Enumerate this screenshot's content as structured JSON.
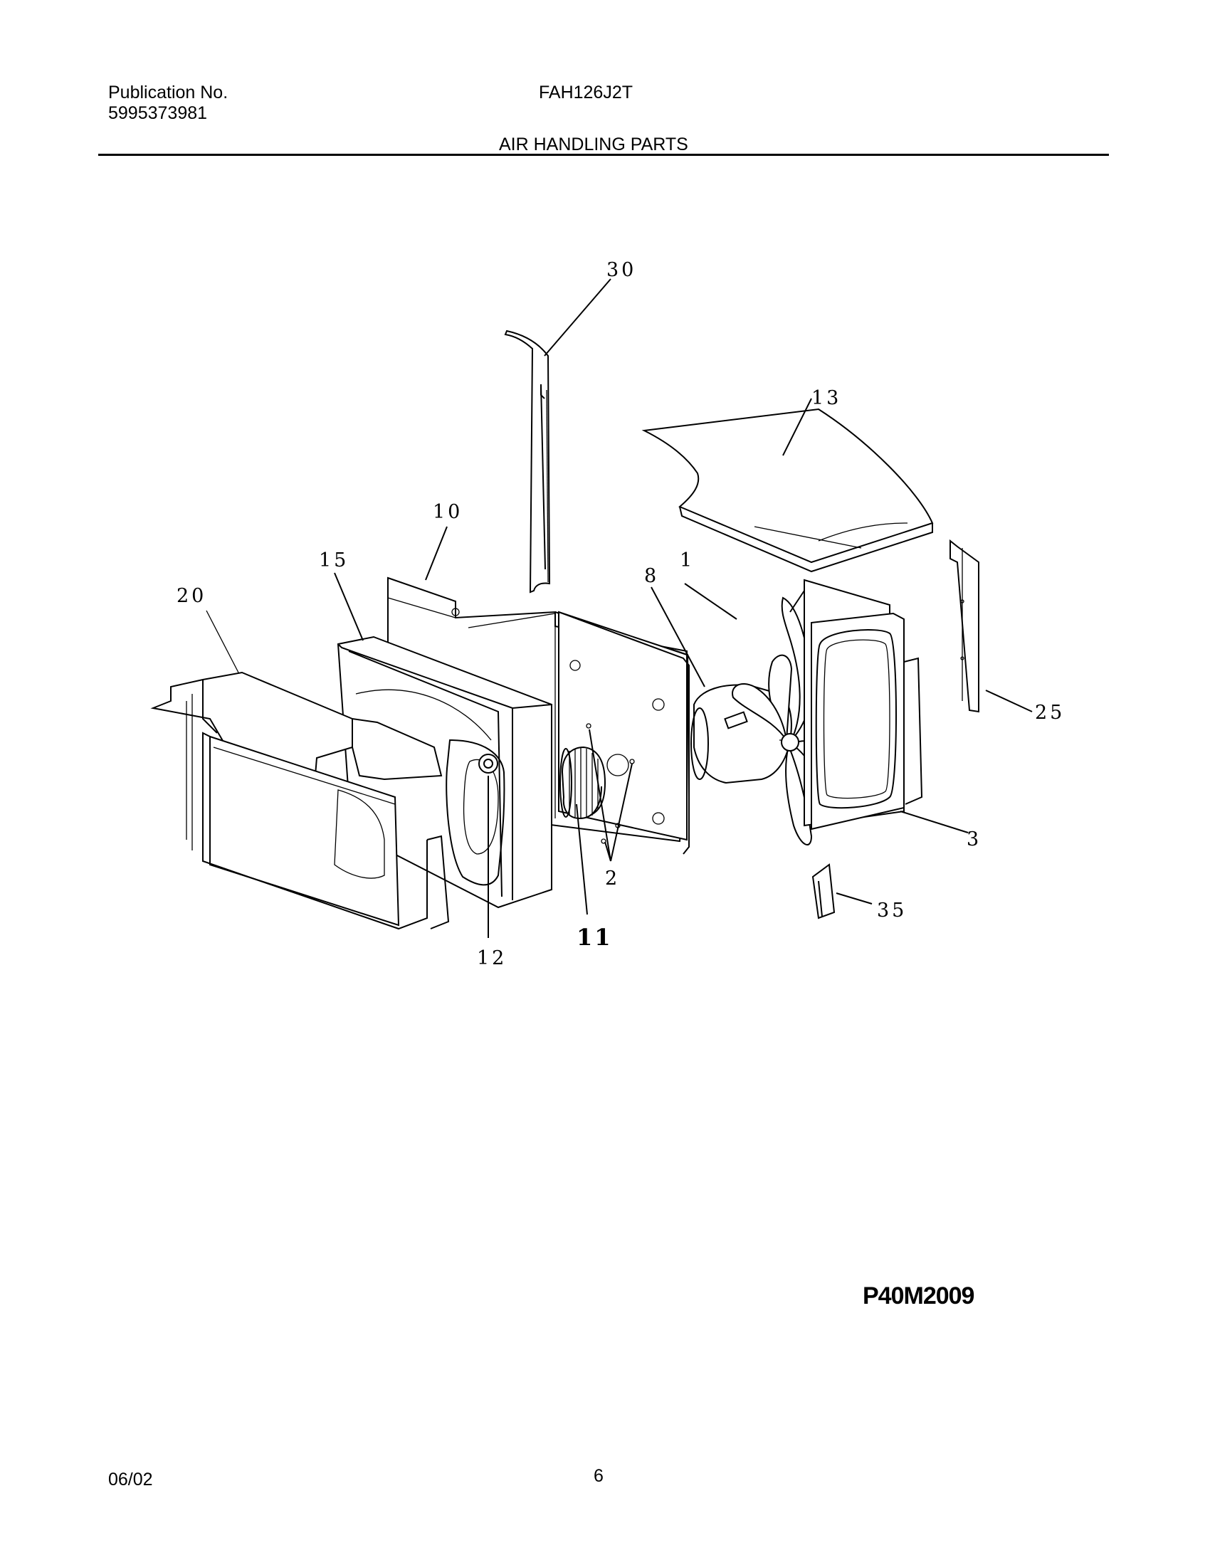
{
  "header": {
    "publication_label": "Publication No.",
    "publication_number": "5995373981",
    "model": "FAH126J2T",
    "section_title": "AIR HANDLING PARTS"
  },
  "diagram": {
    "callouts": {
      "c30": "30",
      "c13": "13",
      "c10": "10",
      "c15": "15",
      "c20": "20",
      "c8": "8",
      "c1": "1",
      "c25": "25",
      "c3": "3",
      "c35": "35",
      "c2": "2",
      "c11": "11",
      "c12": "12"
    },
    "code": "P40M2009"
  },
  "footer": {
    "date": "06/02",
    "page": "6"
  }
}
